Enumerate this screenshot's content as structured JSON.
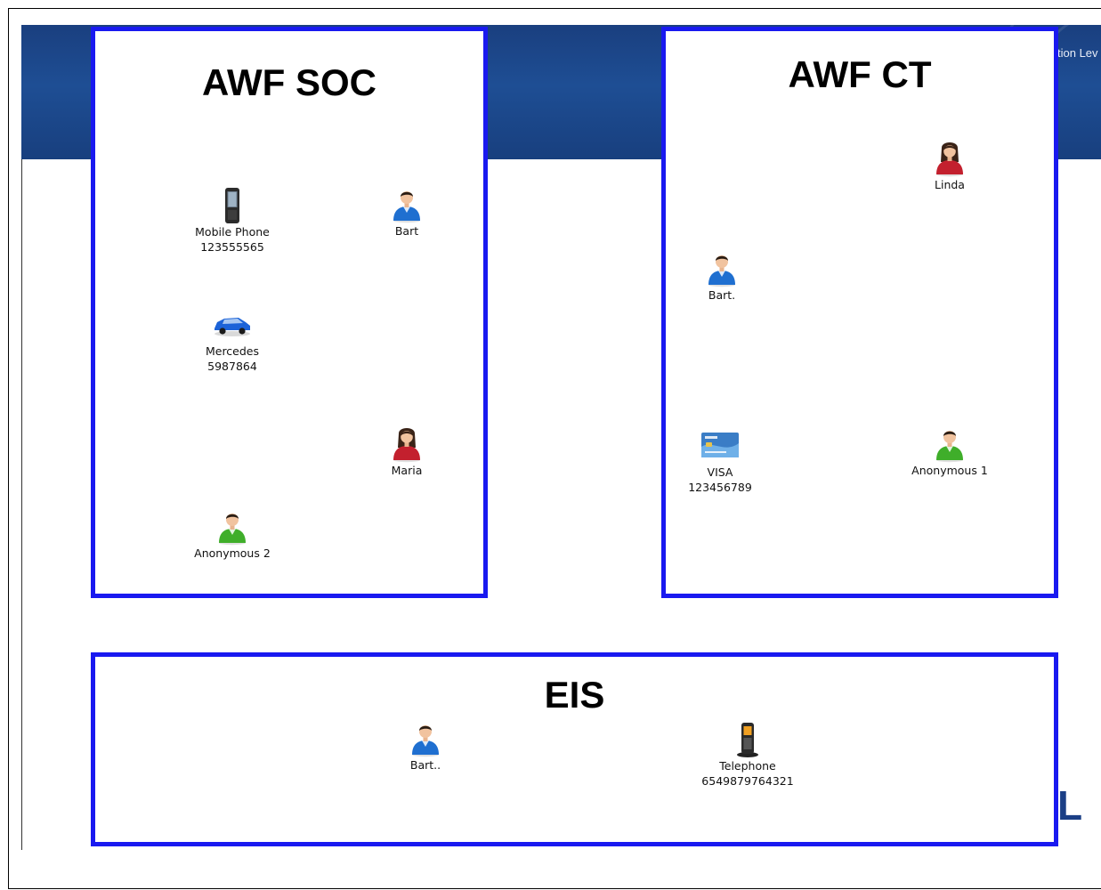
{
  "background": {
    "banner_text": "tion Lev",
    "corner_letter": "L"
  },
  "colors": {
    "box_border": "#1919f0",
    "banner": "#1e4e94",
    "person_blue": "#1f6fd0",
    "person_red": "#c3202e",
    "person_green": "#3fae2a"
  },
  "groups": {
    "awf_soc": {
      "title": "AWF SOC",
      "mobile_phone": {
        "name": "Mobile Phone",
        "number": "123555565",
        "icon": "mobile-phone-icon"
      },
      "bart": {
        "name": "Bart",
        "icon": "person-blue-icon"
      },
      "mercedes": {
        "name": "Mercedes",
        "number": "5987864",
        "icon": "car-icon"
      },
      "maria": {
        "name": "Maria",
        "icon": "person-red-icon"
      },
      "anonymous_2": {
        "name": "Anonymous 2",
        "icon": "person-green-icon"
      }
    },
    "awf_ct": {
      "title": "AWF CT",
      "linda": {
        "name": "Linda",
        "icon": "person-red-icon"
      },
      "bart": {
        "name": "Bart.",
        "icon": "person-blue-icon"
      },
      "visa": {
        "name": "VISA",
        "number": "123456789",
        "icon": "credit-card-icon"
      },
      "anonymous_1": {
        "name": "Anonymous 1",
        "icon": "person-green-icon"
      }
    },
    "eis": {
      "title": "EIS",
      "bart": {
        "name": "Bart..",
        "icon": "person-blue-icon"
      },
      "telephone": {
        "name": "Telephone",
        "number": "6549879764321",
        "icon": "telephone-icon"
      }
    }
  }
}
